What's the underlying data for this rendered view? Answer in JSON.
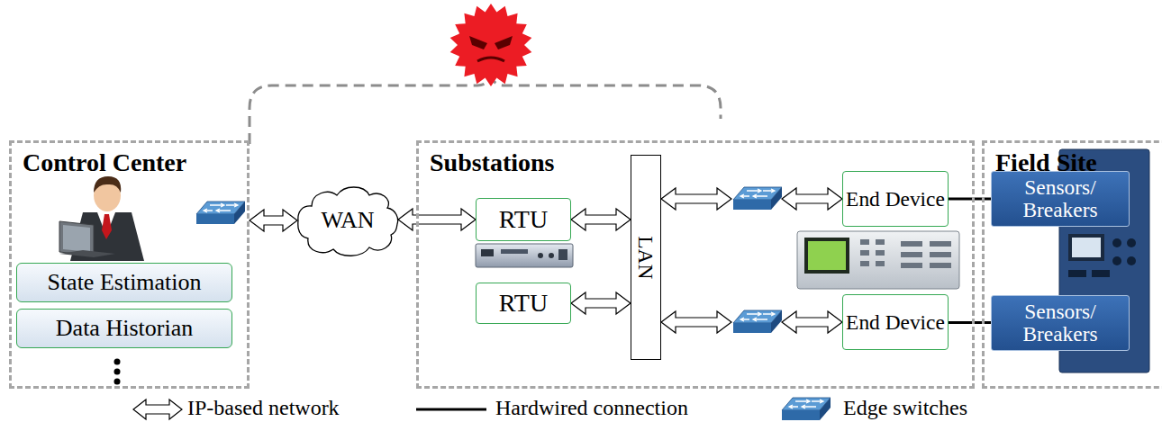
{
  "diagram": {
    "nodes": [
      {
        "text": [
          "Control Center"
        ]
      },
      {
        "text": [
          "State Estimation"
        ],
        "in": 0
      },
      {
        "text": [
          "Data Historian"
        ],
        "in": 0
      },
      {
        "text": [
          "WAN"
        ]
      },
      {
        "text": [
          "Substations"
        ]
      },
      {
        "text": [
          "RTU"
        ],
        "in": 4
      },
      {
        "text": [
          "RTU"
        ],
        "in": 4
      },
      {
        "text": [
          "LAN"
        ],
        "in": 4
      },
      {
        "text": [
          "End Device"
        ],
        "in": 4
      },
      {
        "text": [
          "End Device"
        ],
        "in": 4
      },
      {
        "text": [
          "Field Site"
        ]
      },
      {
        "text": [
          "Sensors/ Breakers"
        ],
        "in": 10
      },
      {
        "text": [
          "Sensors/ Breakers"
        ],
        "in": 10
      }
    ],
    "edges": [
      {
        "from": 0,
        "to": 3,
        "arrow": "both"
      },
      {
        "from": 3,
        "to": 5,
        "arrow": "both"
      },
      {
        "from": 5,
        "to": 7,
        "arrow": "both"
      },
      {
        "from": 6,
        "to": 7,
        "arrow": "both"
      },
      {
        "from": 7,
        "to": 8,
        "arrow": "both"
      },
      {
        "from": 7,
        "to": 9,
        "arrow": "both"
      },
      {
        "from": 8,
        "to": 11,
        "arrow": "none"
      },
      {
        "from": 9,
        "to": 12,
        "arrow": "none"
      }
    ],
    "legend": [
      {
        "text": "IP-based network"
      },
      {
        "text": "Hardwired connection"
      },
      {
        "text": "Edge switches"
      }
    ]
  }
}
